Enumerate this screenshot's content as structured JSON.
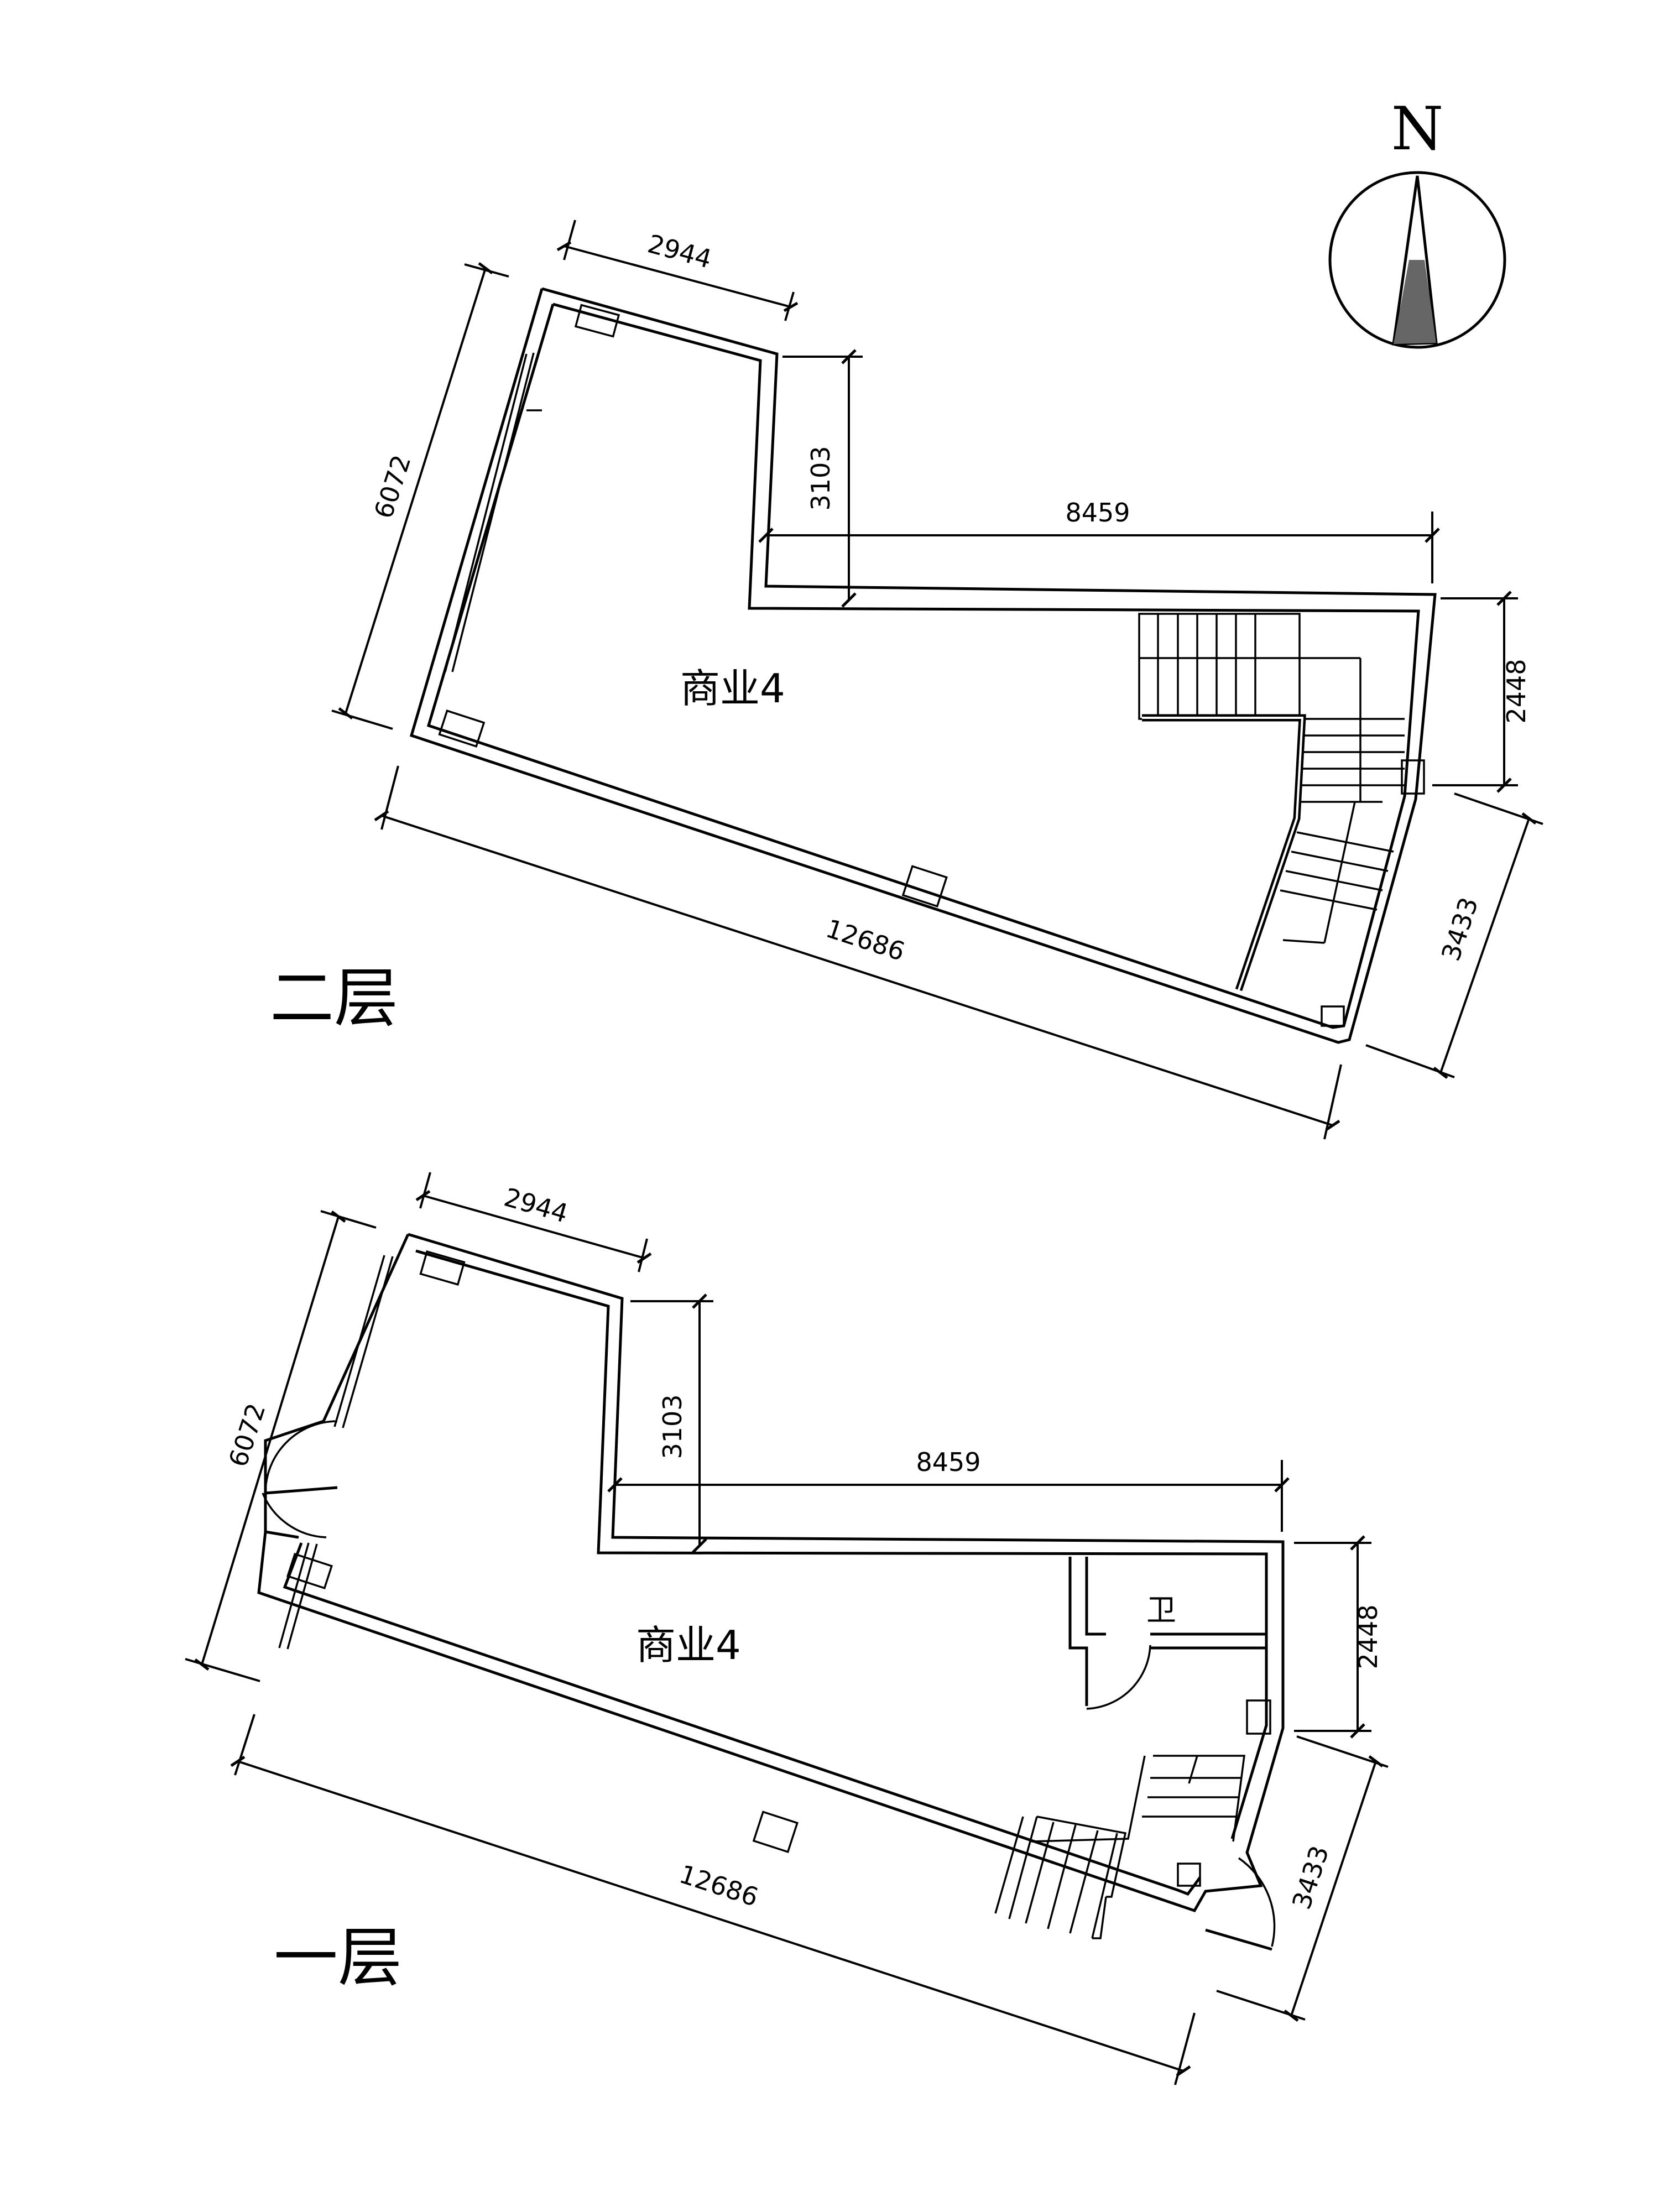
{
  "compass": {
    "label": "N",
    "fill": "#666666"
  },
  "floors": [
    {
      "id": "second",
      "floor_label": "二层",
      "room_label": "商业4",
      "dims": {
        "top": "2944",
        "left": "6072",
        "notch": "3103",
        "mid": "8459",
        "right": "2448",
        "diag": "3433",
        "bottom": "12686"
      }
    },
    {
      "id": "first",
      "floor_label": "一层",
      "room_label": "商业4",
      "small_room_label": "卫",
      "dims": {
        "top": "2944",
        "left": "6072",
        "notch": "3103",
        "mid": "8459",
        "right": "2448",
        "diag": "3433",
        "bottom": "12686"
      }
    }
  ]
}
